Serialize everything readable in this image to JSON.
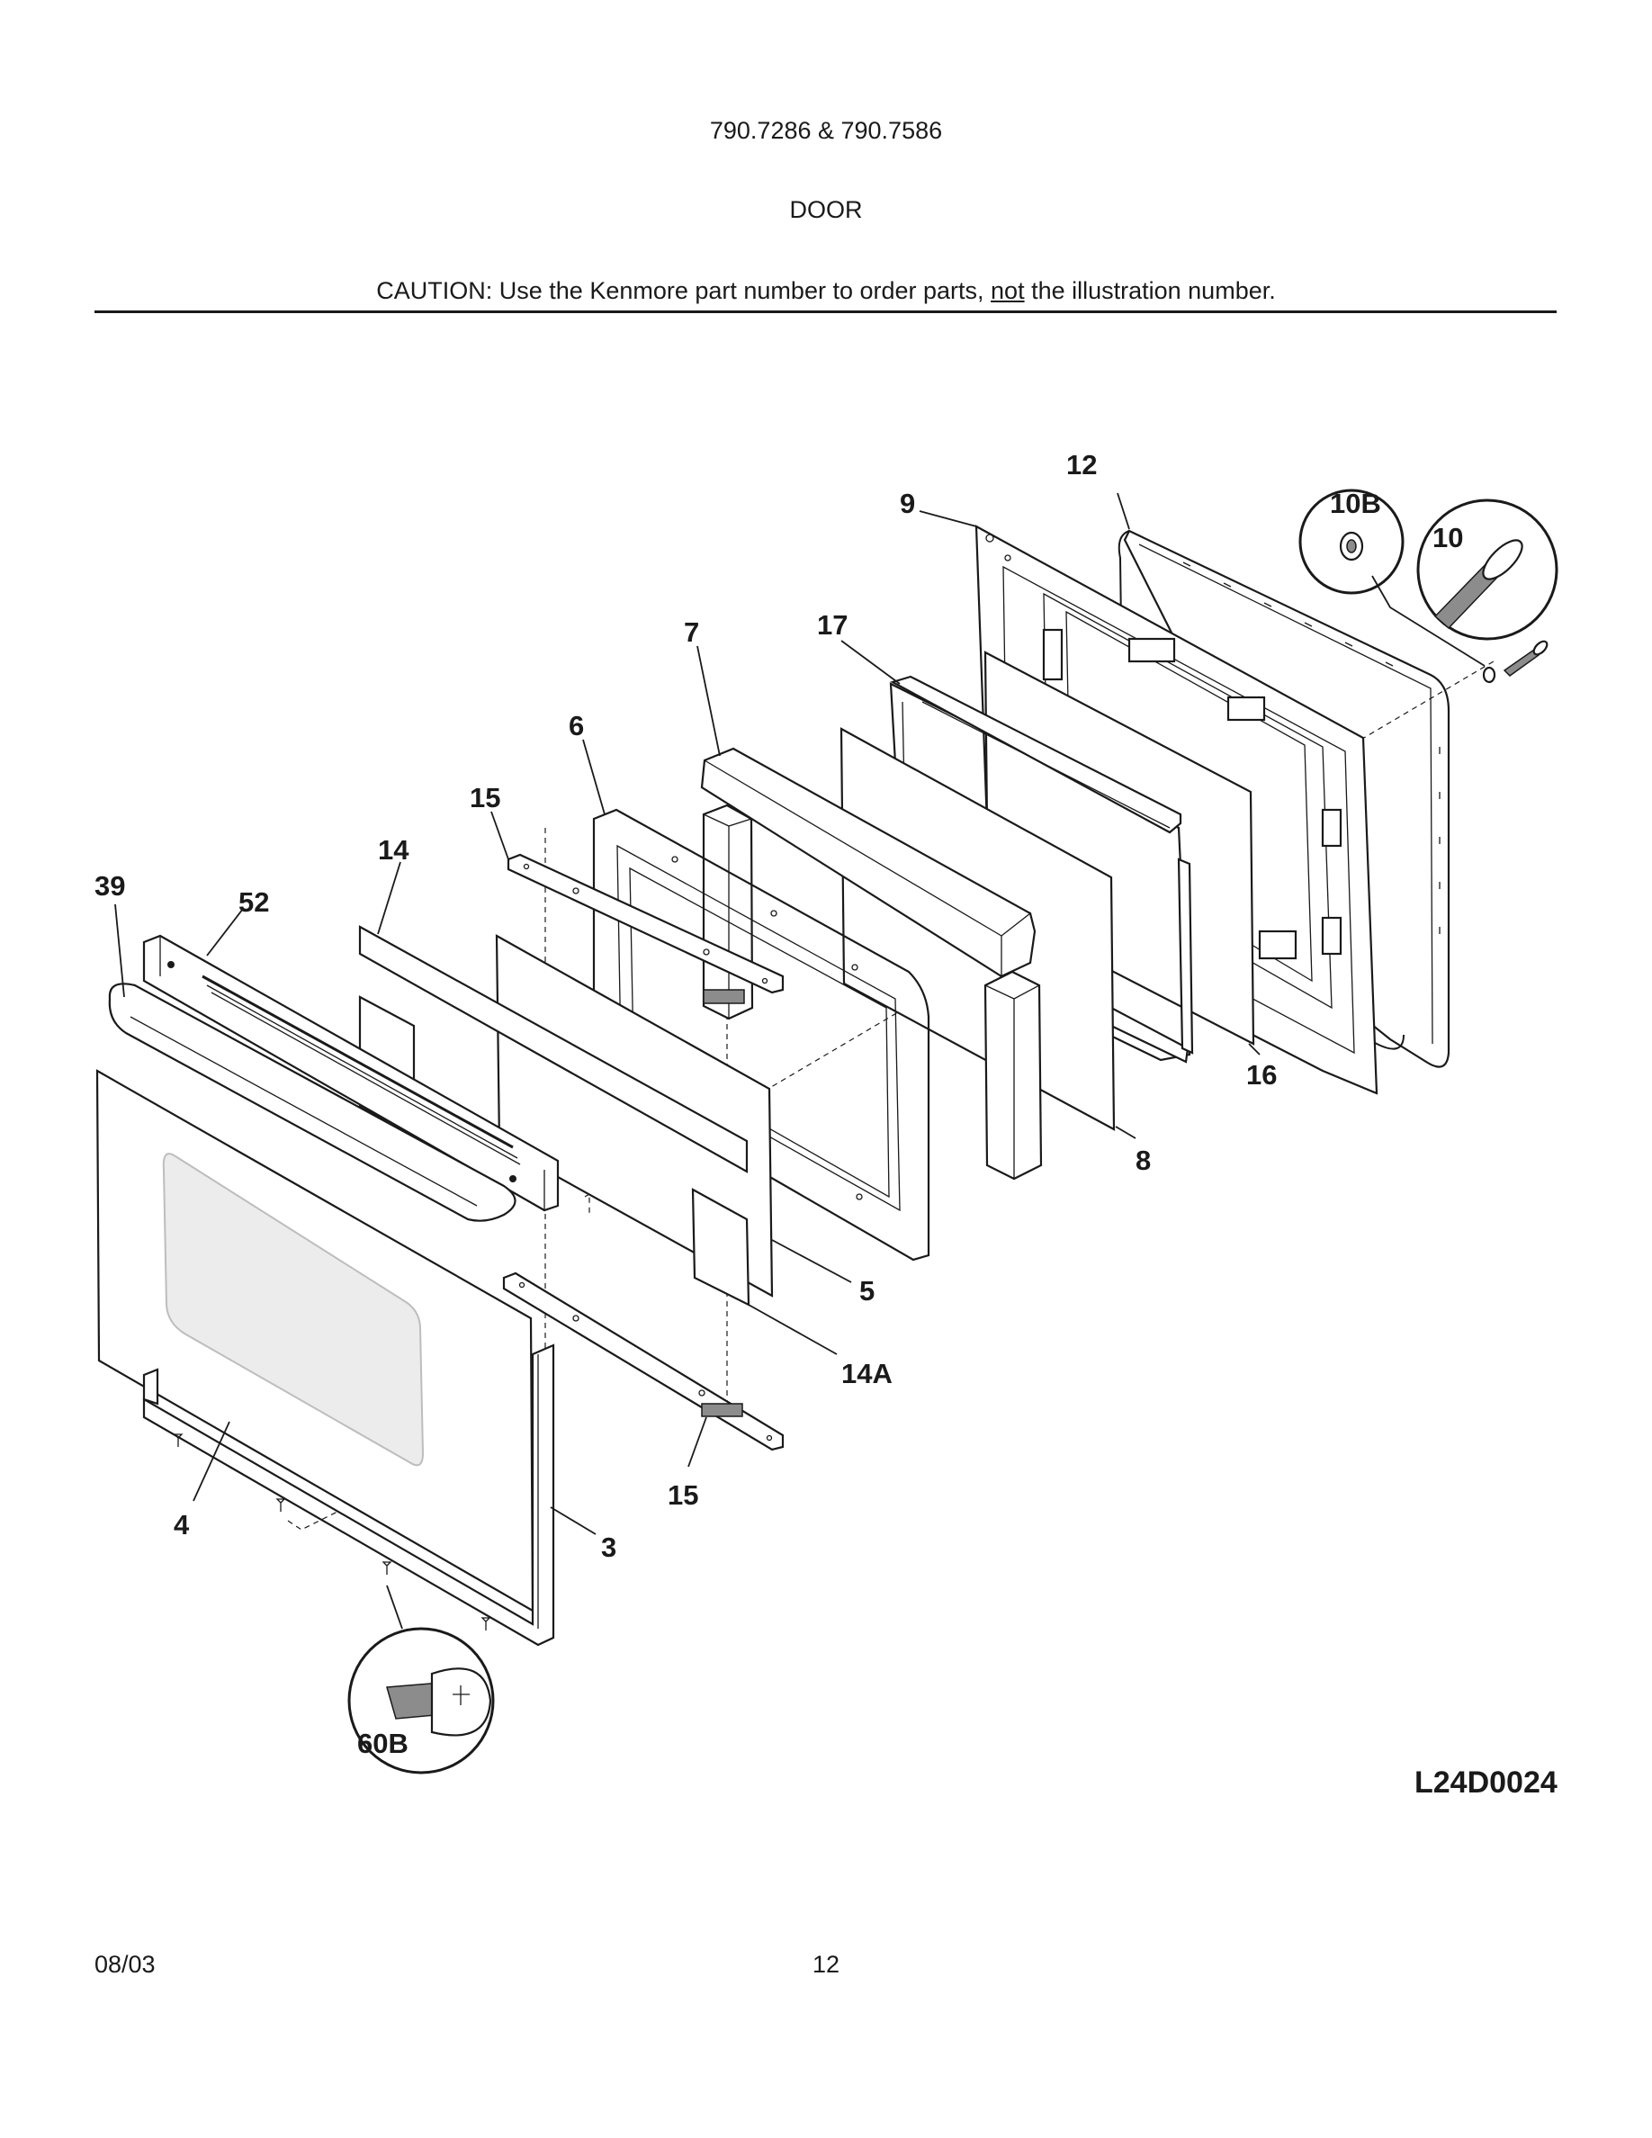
{
  "header": {
    "model_numbers": "790.7286 & 790.7586",
    "section_title": "DOOR",
    "caution": {
      "before": "CAUTION: Use the Kenmore part number to order parts, ",
      "emphasis": "not",
      "after": " the illustration number."
    }
  },
  "diagram": {
    "part_labels": {
      "p12": "12",
      "p9": "9",
      "p10B": "10B",
      "p10": "10",
      "p7": "7",
      "p17": "17",
      "p6": "6",
      "p15_top": "15",
      "p14": "14",
      "p39": "39",
      "p52": "52",
      "p16": "16",
      "p8": "8",
      "p5": "5",
      "p14A": "14A",
      "p15_bottom": "15",
      "p4": "4",
      "p3": "3",
      "p60B": "60B"
    },
    "drawing_code": "L24D0024"
  },
  "footer": {
    "date": "08/03",
    "page_number": "12"
  }
}
